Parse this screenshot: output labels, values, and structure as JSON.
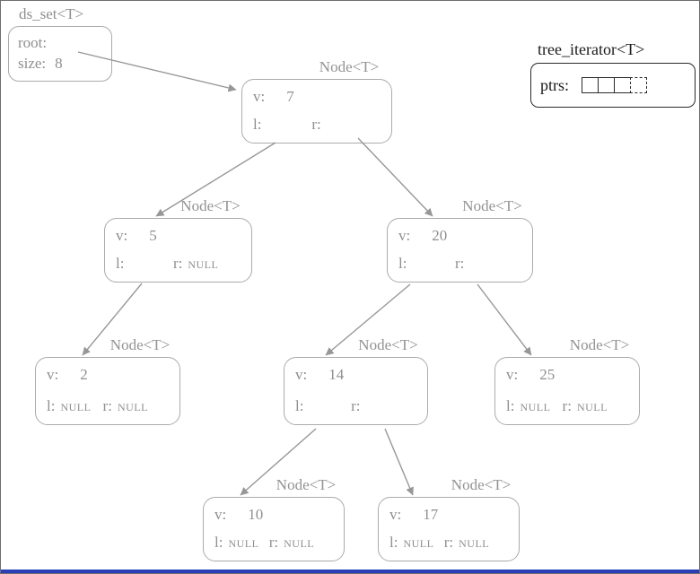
{
  "ds_set": {
    "title": "ds_set<T>",
    "root_label": "root:",
    "size_label": "size:",
    "size_value": "8"
  },
  "iterator": {
    "title": "tree_iterator<T>",
    "ptrs_label": "ptrs:"
  },
  "nodes": [
    {
      "title": "Node<T>",
      "v_label": "v:",
      "value": "7",
      "l_label": "l:",
      "l_value": "",
      "r_label": "r:",
      "r_value": ""
    },
    {
      "title": "Node<T>",
      "v_label": "v:",
      "value": "5",
      "l_label": "l:",
      "l_value": "",
      "r_label": "r:",
      "r_value": "NULL"
    },
    {
      "title": "Node<T>",
      "v_label": "v:",
      "value": "20",
      "l_label": "l:",
      "l_value": "",
      "r_label": "r:",
      "r_value": ""
    },
    {
      "title": "Node<T>",
      "v_label": "v:",
      "value": "2",
      "l_label": "l:",
      "l_value": "NULL",
      "r_label": "r:",
      "r_value": "NULL"
    },
    {
      "title": "Node<T>",
      "v_label": "v:",
      "value": "14",
      "l_label": "l:",
      "l_value": "",
      "r_label": "r:",
      "r_value": ""
    },
    {
      "title": "Node<T>",
      "v_label": "v:",
      "value": "25",
      "l_label": "l:",
      "l_value": "NULL",
      "r_label": "r:",
      "r_value": "NULL"
    },
    {
      "title": "Node<T>",
      "v_label": "v:",
      "value": "10",
      "l_label": "l:",
      "l_value": "NULL",
      "r_label": "r:",
      "r_value": "NULL"
    },
    {
      "title": "Node<T>",
      "v_label": "v:",
      "value": "17",
      "l_label": "l:",
      "l_value": "NULL",
      "r_label": "r:",
      "r_value": "NULL"
    }
  ],
  "colors": {
    "diagram_gray": "#8f8f8f",
    "node_border_gray": "#ababab",
    "iterator_black": "#1a1a1a",
    "bottom_bar_blue": "#2a3eb8"
  }
}
